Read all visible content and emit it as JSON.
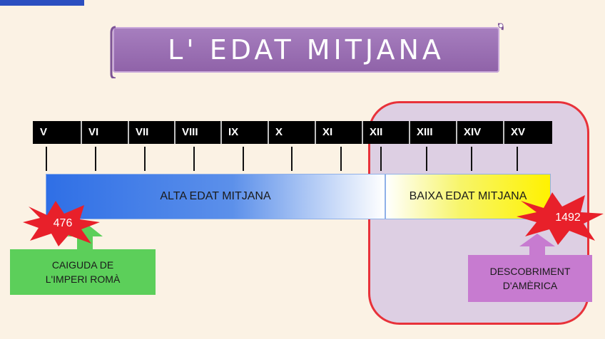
{
  "title": "L' EDAT MITJANA",
  "centuries": [
    "V",
    "VI",
    "VII",
    "VIII",
    "IX",
    "X",
    "XI",
    "XII",
    "XIII",
    "XIV",
    "XV"
  ],
  "periods": {
    "alta": "ALTA EDAT MITJANA",
    "baixa": "BAIXA EDAT MITJANA"
  },
  "events": {
    "start": {
      "year": "476",
      "label_line1": "CAIGUDA DE",
      "label_line2": "L'IMPERI ROMÀ"
    },
    "end": {
      "year": "1492",
      "label_line1": "DESCOBRIMENT",
      "label_line2": "D'AMÈRICA"
    }
  },
  "colors": {
    "background": "#fbf2e4",
    "title_banner": "#9a6db4",
    "alta_bar": "#2f6fe6",
    "baixa_bar": "#fff200",
    "burst": "#e8202a",
    "region_border": "#e8323a",
    "region_fill": "#ddcfe3",
    "start_box": "#5ccf5a",
    "end_box": "#c77bd0"
  }
}
